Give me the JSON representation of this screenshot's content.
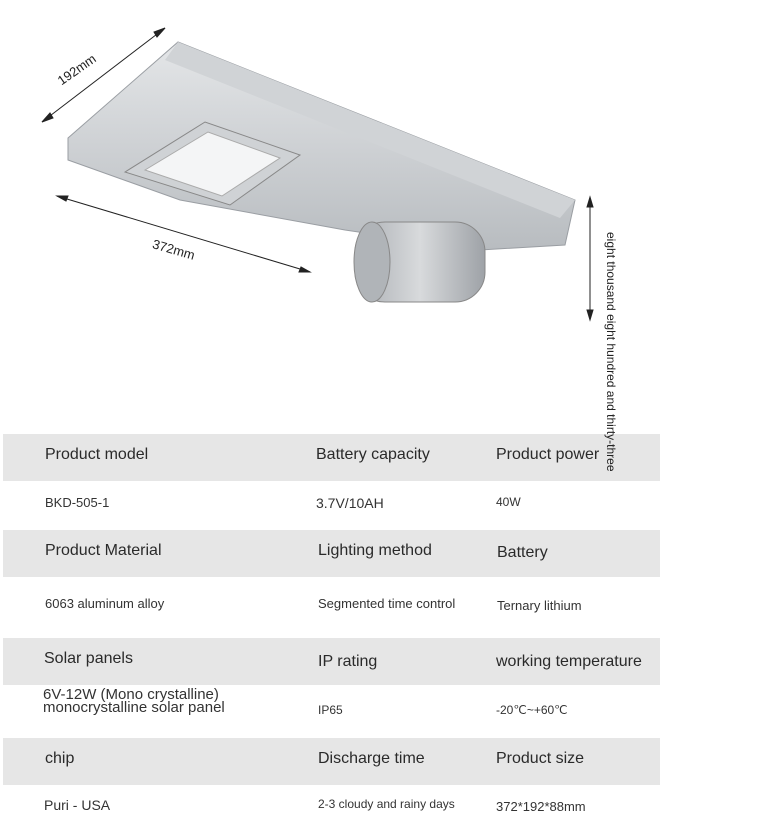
{
  "dimensions": {
    "width_label": "192mm",
    "length_label": "372mm",
    "height_label": "eight thousand eight hundred and thirty-three"
  },
  "specs": [
    {
      "headers": [
        "Product model",
        "Battery capacity",
        "Product power"
      ],
      "values": [
        "BKD-505-1",
        "3.7V/10AH",
        "40W"
      ]
    },
    {
      "headers": [
        "Product Material",
        "Lighting method",
        "Battery"
      ],
      "values": [
        "6063 aluminum alloy",
        "Segmented time control",
        "Ternary lithium"
      ]
    },
    {
      "headers": [
        "Solar panels",
        "IP rating",
        "working temperature"
      ],
      "values": [
        "6V-12W (Mono crystalline) monocrystalline solar panel",
        "IP65",
        "-20℃~+60℃"
      ]
    },
    {
      "headers": [
        "chip",
        "Discharge time",
        "Product size"
      ],
      "values": [
        "Puri - USA",
        "2-3 cloudy and rainy days",
        "372*192*88mm"
      ]
    }
  ],
  "colors": {
    "band": "#e6e6e6",
    "body": "#c9ccd0"
  }
}
